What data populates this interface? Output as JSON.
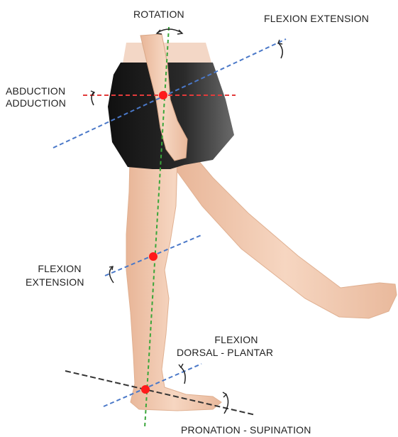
{
  "labels": {
    "rotation": "ROTATION",
    "hip_flexion_extension": "FLEXION EXTENSION",
    "abduction": "ABDUCTION",
    "adduction": "ADDUCTION",
    "knee_flexion": "FLEXION",
    "knee_extension": "EXTENSION",
    "ankle_flexion": "FLEXION",
    "ankle_dorsal_plantar": "DORSAL - PLANTAR",
    "pronation_supination": "PRONATION - SUPINATION"
  },
  "colors": {
    "rotation_axis": "#3aa63a",
    "flexion_axis": "#4a78c8",
    "abduction_axis": "#e23b3b",
    "pronation_axis": "#333333",
    "joint": "#ff1a1a",
    "skin": "#f2c9ae",
    "shorts": "#1c1c1c"
  },
  "joints": [
    "hip",
    "knee",
    "ankle"
  ]
}
